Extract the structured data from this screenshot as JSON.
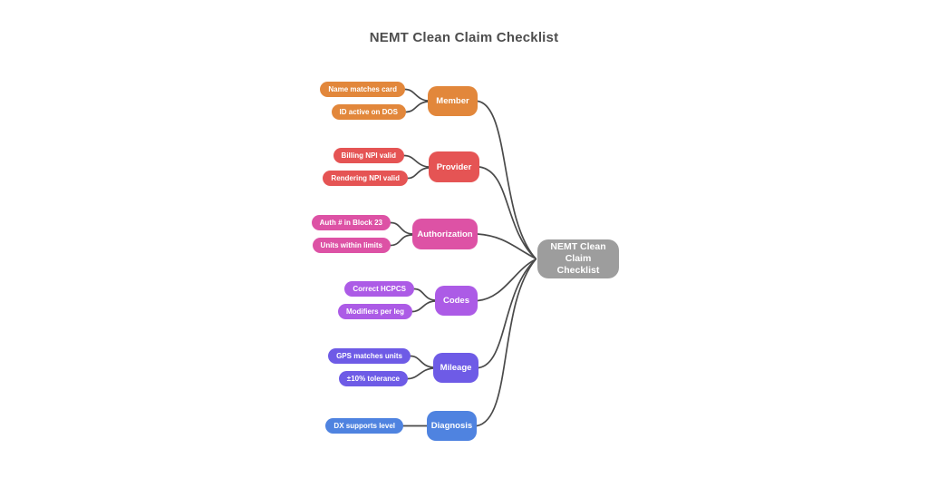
{
  "title": "NEMT Clean Claim Checklist",
  "canvas": {
    "background": "#ffffff",
    "edge_color": "#4a4a4a",
    "title_color": "#4d4d4d"
  },
  "root": {
    "label": "NEMT Clean Claim Checklist",
    "color": "#9d9d9d",
    "text_color": "#ffffff"
  },
  "branches": [
    {
      "label": "Member",
      "color": "#e2873b",
      "children": [
        "Name matches card",
        "ID active on DOS"
      ]
    },
    {
      "label": "Provider",
      "color": "#e55454",
      "children": [
        "Billing NPI valid",
        "Rendering NPI valid"
      ]
    },
    {
      "label": "Authorization",
      "color": "#dd52a5",
      "children": [
        "Auth # in Block 23",
        "Units within limits"
      ]
    },
    {
      "label": "Codes",
      "color": "#ac5be6",
      "children": [
        "Correct HCPCS",
        "Modifiers per leg"
      ]
    },
    {
      "label": "Mileage",
      "color": "#6e5be6",
      "children": [
        "GPS matches units",
        "±10% tolerance"
      ]
    },
    {
      "label": "Diagnosis",
      "color": "#4f83e0",
      "children": [
        "DX supports level"
      ]
    }
  ]
}
